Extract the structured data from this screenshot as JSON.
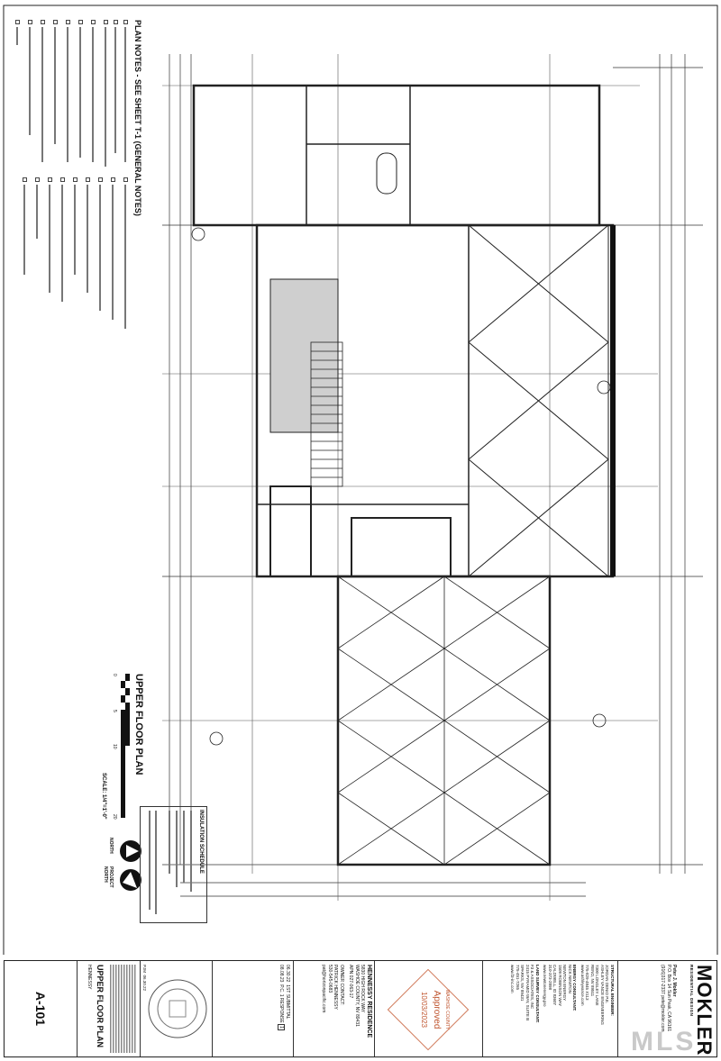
{
  "title_block": {
    "firm": {
      "logo": "MOKLER",
      "tagline": "RESIDENTIAL DESIGN",
      "name": "Peter J. Mokler",
      "address": "P.O. Box 14 Sun Peak, CA 96161",
      "contact": "(916)317-2337 pete@mokler.com"
    },
    "consultants": [
      {
        "role": "STRUCTURAL ENGINEER:",
        "lines": [
          "JORDAN DENIO P.E.",
          "ASHLEY VANCE ENGINEERING",
          "7300 LONGLEY LANE",
          "RENO, NV 89511",
          "775-829-4845 X113",
          "www.ashleyvance.com"
        ]
      },
      {
        "role": "ENERGY CONSULTANT:",
        "lines": [
          "NICK NEWTON",
          "NEWTON ENERGY",
          "1509 ROBINSON WAY",
          "CALDWELL, ID 83607",
          "310-373-2898",
          "www.newtonenergy.pro"
        ]
      },
      {
        "role": "LAND SURVEY CONSULTANT:",
        "lines": [
          "F3 & ASSOCIATES, INC",
          "2415 PYRAMID WAY, SUITE B",
          "SPARKS, NV 89431",
          "775-451-7265",
          "www.f3-inc.com"
        ]
      }
    ],
    "approval_stamp": {
      "agency": "WASHOE COUNTY",
      "status": "Approved",
      "date": "10/03/2023"
    },
    "project": {
      "name": "HENNESSY RESIDENCE",
      "address": "5830 HIGH ROCK WAY",
      "city": "WASHOE COUNTY, NV 89431",
      "apn": "APN 027-063-17",
      "owner_label": "OWNER CONTACT:",
      "owner_name": "PATRICK HENNESSY",
      "owner_phone": "530-545-0683",
      "owner_email": "pat@horizonpacific.com"
    },
    "revisions": [
      {
        "date": "06.30.22",
        "desc": "1ST SUBMITTAL"
      },
      {
        "date": "08.08.23",
        "desc": "P.C. 1 RESPONSE",
        "mark": "1"
      }
    ],
    "drawn_by": "PJM",
    "date": "06.30.22",
    "sheet_title": "UPPER FLOOR PLAN",
    "project_short": "HENNESSY",
    "sheet_number": "A-101"
  },
  "plan_notes": {
    "title": "PLAN NOTES - SEE SHEET T-1 (GENERAL NOTES)"
  },
  "drawing": {
    "title": "UPPER FLOOR PLAN",
    "scale": "SCALE: 1/4\"=1'-0\"",
    "scale_ticks": [
      "0",
      "5",
      "10",
      "20"
    ],
    "north": "NORTH",
    "project_north": "PROJECT NORTH",
    "insulation_title": "INSULATION SCHEDULE"
  },
  "watermark": "MLS",
  "colors": {
    "line": "#222222",
    "hatch": "#bdbdbd",
    "stamp": "#c0552f",
    "deck_edge": "#111111"
  }
}
